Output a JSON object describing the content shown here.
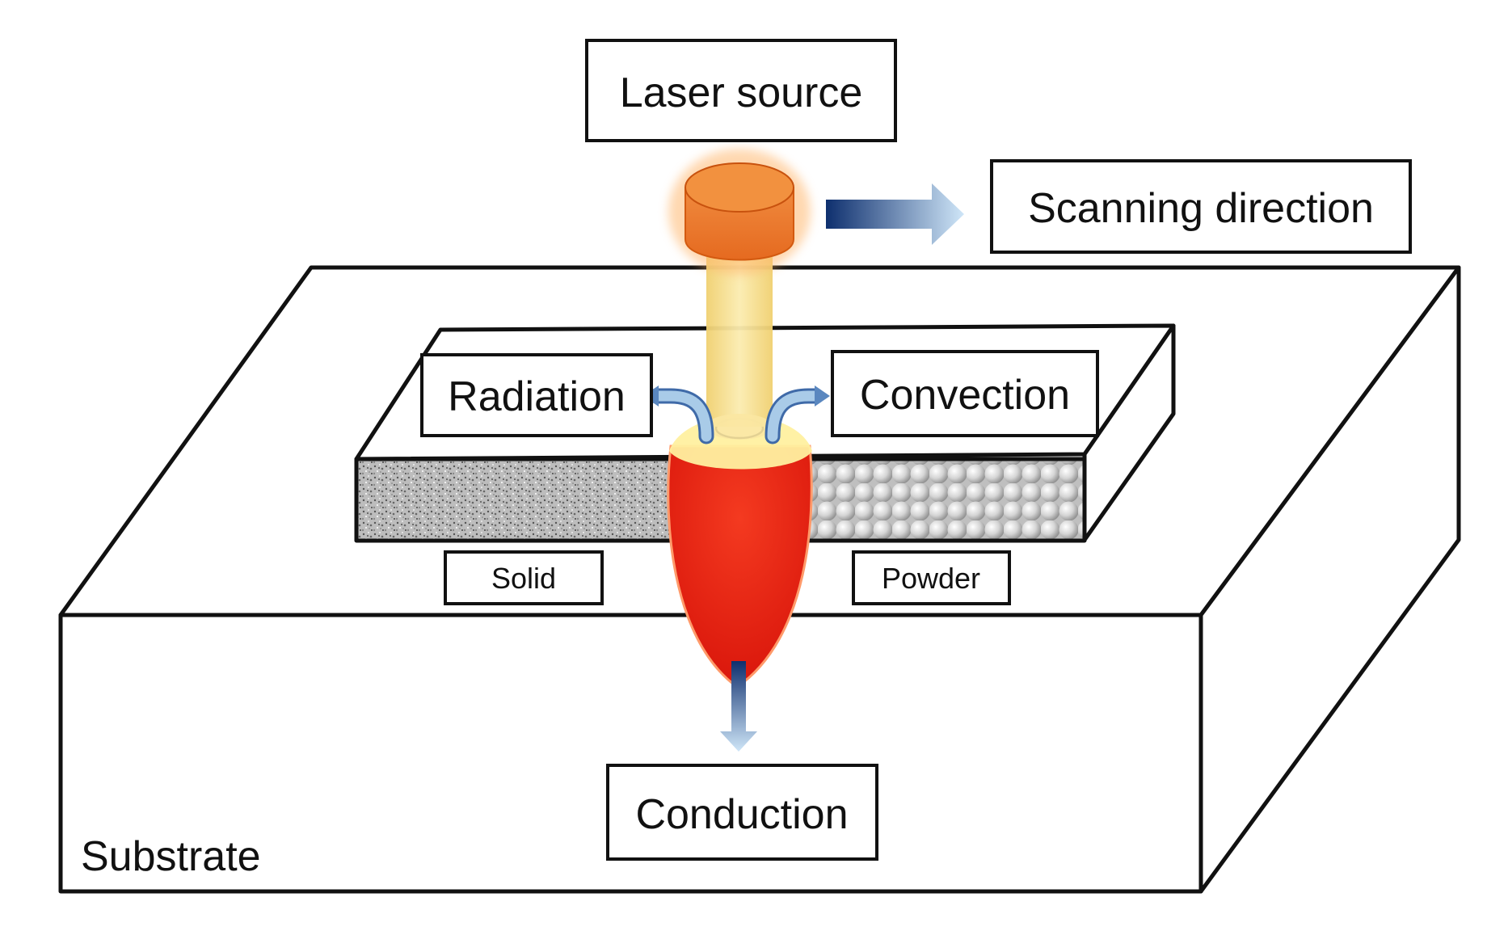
{
  "labels": {
    "laser_source": "Laser source",
    "scanning_direction": "Scanning direction",
    "radiation": "Radiation",
    "convection": "Convection",
    "solid": "Solid",
    "powder": "Powder",
    "conduction": "Conduction",
    "substrate": "Substrate"
  },
  "colors": {
    "laser_head": "#ee7a30",
    "laser_glow": "#ffc37a",
    "beam": "#f6df8c",
    "melt_pool": "#e81c10",
    "melt_top": "#fff0a0",
    "arrow_dark": "#0e2f6e",
    "arrow_light": "#cfe6f8",
    "heat_arrow": "#8db7dc",
    "outline": "#111111"
  },
  "icons": {
    "scanning_arrow": "arrow-right-icon",
    "conduction_arrow": "arrow-down-icon",
    "radiation_arrow": "curved-arrow-left-icon",
    "convection_arrow": "curved-arrow-right-icon"
  }
}
